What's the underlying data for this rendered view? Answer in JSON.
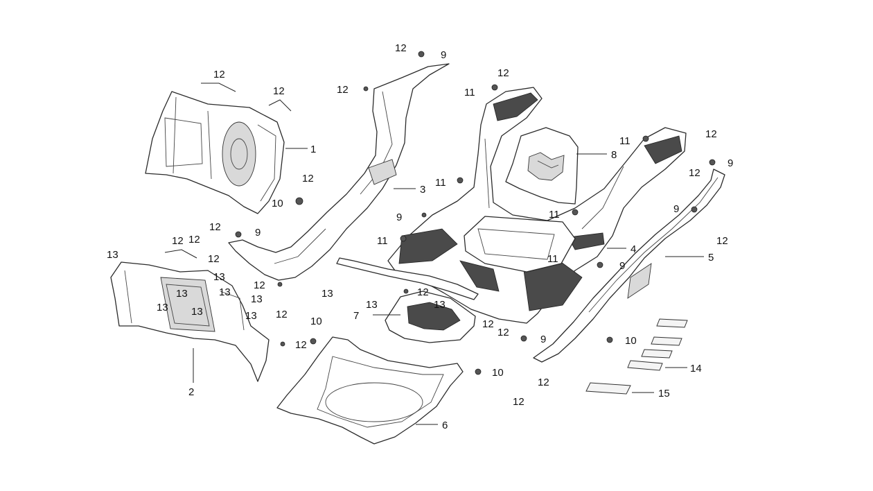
{
  "diagram": {
    "callouts": {
      "c1": "1",
      "c2": "2",
      "c3": "3",
      "c4": "4",
      "c5": "5",
      "c6": "6",
      "c7": "7",
      "c8": "8",
      "c14": "14",
      "c15": "15",
      "n9": "9",
      "n10": "10",
      "n11": "11",
      "n12": "12",
      "n13": "13"
    }
  }
}
